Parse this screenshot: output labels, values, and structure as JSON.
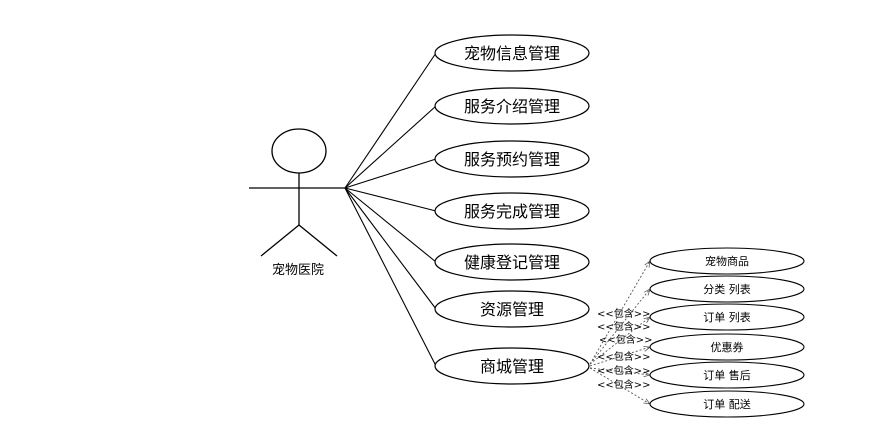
{
  "actor": {
    "name": "宠物医院"
  },
  "main_use_cases": [
    "宠物信息管理",
    "服务介绍管理",
    "服务预约管理",
    "服务完成管理",
    "健康登记管理",
    "资源管理",
    "商城管理"
  ],
  "sub_use_cases": [
    "宠物商品",
    "分类 列表",
    "订单 列表",
    "优惠券",
    "订单 售后",
    "订单 配送"
  ],
  "include_label": "<<包含>>",
  "colors": {
    "stroke": "#000000",
    "dashed": "#555555",
    "background": "#ffffff"
  }
}
